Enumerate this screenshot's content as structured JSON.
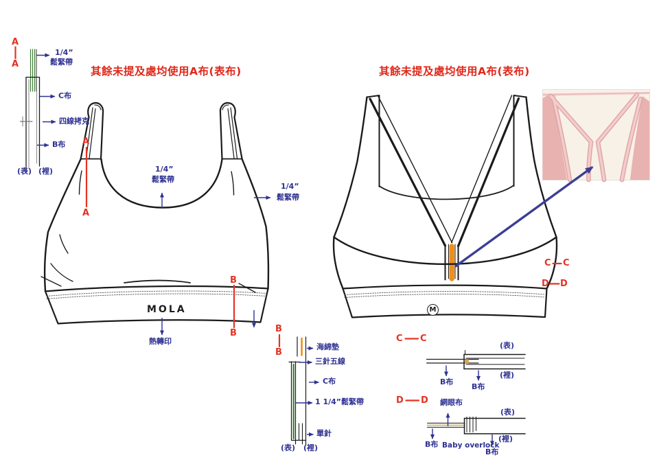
{
  "headings": {
    "usage_note_left": "其餘未提及處均使用A布(表布)",
    "usage_note_right": "其餘未提及處均使用A布(表布)"
  },
  "markers": {
    "a": "A",
    "b": "B",
    "c": "C",
    "d": "D"
  },
  "front": {
    "brand": "MOLA",
    "heat_transfer": "熱轉印",
    "elastic_size": "1/4”",
    "elastic_word": "鬆緊帶"
  },
  "back": {
    "logo": "M"
  },
  "detail_aa": {
    "elastic_size": "1/4”",
    "elastic_word": "鬆緊帶",
    "c_fabric": "C布",
    "four_thread_overlock": "四線拷克",
    "b_fabric": "B布",
    "face": "(表)",
    "lining": "(裡)"
  },
  "detail_bb": {
    "sponge": "海綿墊",
    "three_needle_five_thread": "三針五線",
    "c_fabric": "C布",
    "elastic": "1 1/4”鬆緊帶",
    "single_needle": "單針",
    "face": "(表)",
    "lining": "(裡)"
  },
  "detail_cc": {
    "b_fabric_left": "B布",
    "b_fabric_right": "B布",
    "face": "(表)",
    "lining": "(裡)"
  },
  "detail_dd": {
    "mesh": "網眼布",
    "b_fabric_left": "B布",
    "baby_overlock": "Baby overlock",
    "b_fabric_right": "B布",
    "face": "(表)",
    "lining": "(裡)"
  },
  "colors": {
    "red": "#e43322",
    "navy": "#2e3192",
    "arrow_blue": "#3c3f95",
    "green": "#3e7d36",
    "orange": "#ef8f1a",
    "outline": "#1b1b1b",
    "photo_pink": "#ecb9b9",
    "photo_bg": "#f8f1e7"
  }
}
